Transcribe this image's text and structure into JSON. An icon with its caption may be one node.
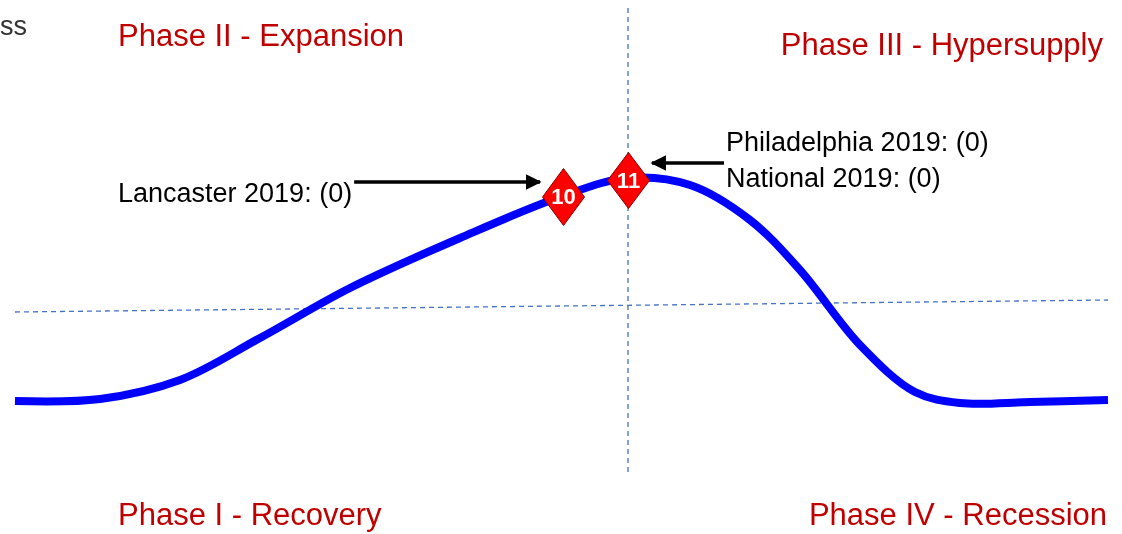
{
  "diagram": {
    "nodes": [
      {
        "text": [
          "Lancaster 2019: (0)"
        ]
      },
      {
        "text": [
          "10"
        ]
      },
      {
        "text": [
          "11"
        ]
      },
      {
        "text": [
          "Philadelphia 2019: (0)",
          "National 2019: (0)"
        ]
      }
    ],
    "edges": [
      {
        "from": 0,
        "to": 1,
        "arrow": "to"
      },
      {
        "from": 3,
        "to": 2,
        "arrow": "to"
      }
    ],
    "labels": [
      "ss",
      "Phase II - Expansion",
      "Phase III - Hypersupply",
      "Phase I - Recovery",
      "Phase IV - Recession"
    ]
  }
}
